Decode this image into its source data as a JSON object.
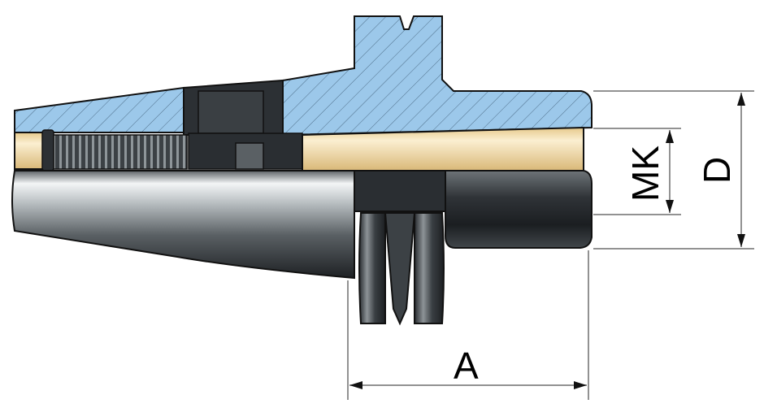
{
  "dimensions": {
    "a_label": "A",
    "mk_label": "MK",
    "d_label": "D"
  },
  "colors": {
    "section_fill": "#9cc8ea",
    "bore_fill": "#f5dfb0",
    "steel_dark": "#2e3236",
    "steel_light": "#e4e8ea",
    "outline": "#111111",
    "dimension_line": "#6f6f6f"
  }
}
